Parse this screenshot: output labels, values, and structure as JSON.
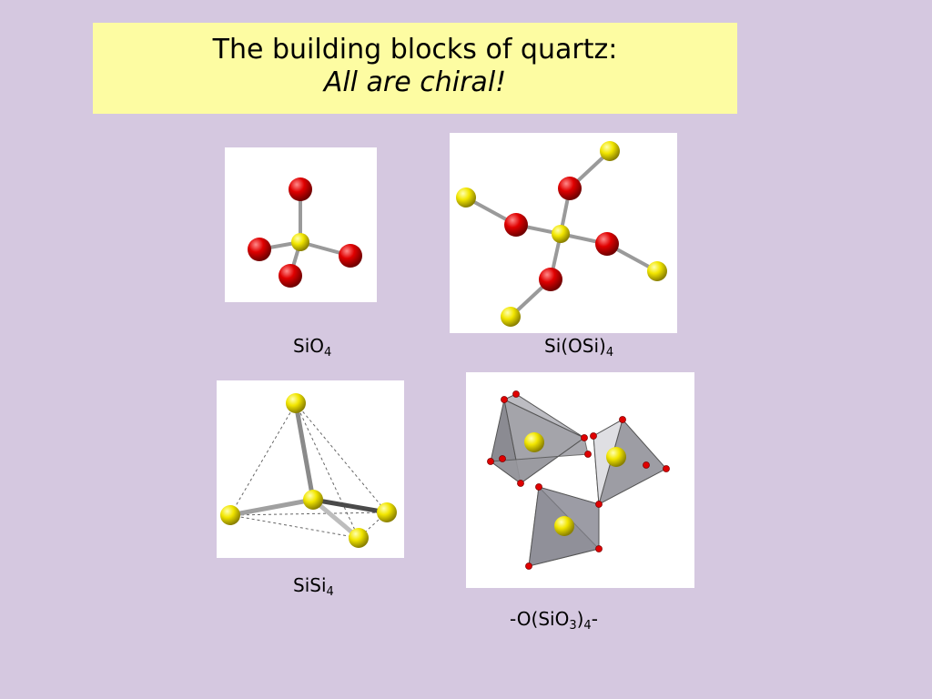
{
  "title": {
    "line1": "The building blocks of quartz:",
    "line2": "All are chiral!"
  },
  "colors": {
    "background": "#d5c8e0",
    "title_box": "#fdfca2",
    "oxygen": "#e00000",
    "silicon": "#f2e600",
    "bond": "#9a9a9a",
    "tetrahedron": "#8a8a90"
  },
  "labels": {
    "sio4": {
      "main": "SiO",
      "sub": "4"
    },
    "siosi4": {
      "main": "Si(OSi)",
      "sub": "4"
    },
    "sisi4": {
      "main": "SiSi",
      "sub": "4"
    },
    "osio3": {
      "pre": "-O(SiO",
      "sub1": "3",
      "mid": ")",
      "sub2": "4",
      "post": "-"
    }
  }
}
